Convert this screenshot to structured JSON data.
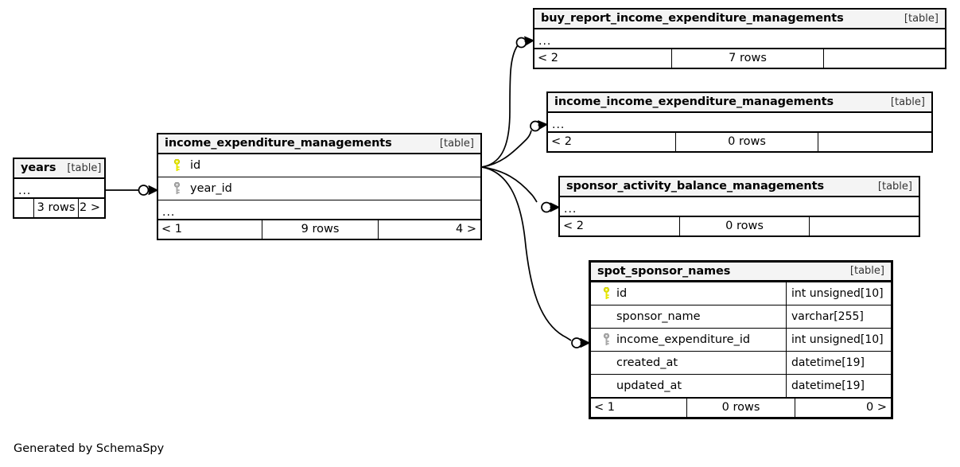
{
  "diagram": {
    "tool": "SchemaSpy",
    "credit": "Generated by SchemaSpy",
    "table_kind_label": "[table]",
    "ellipsis": "...",
    "colors": {
      "background": "#ffffff",
      "header_fill": "#f4f4f4",
      "border": "#000000",
      "primary_key_icon": "#e8e800",
      "foreign_key_icon": "#a0a0a0",
      "edge": "#000000"
    }
  },
  "tables": [
    {
      "id": "years",
      "name": "years",
      "kind": "[table]",
      "ellipsis": "...",
      "columns": [],
      "footer": {
        "left": "",
        "middle": "3 rows",
        "right": "2 >"
      }
    },
    {
      "id": "income_expenditure_managements",
      "name": "income_expenditure_managements",
      "kind": "[table]",
      "ellipsis": "...",
      "columns": [
        {
          "name": "id",
          "key": "primary",
          "type": ""
        },
        {
          "name": "year_id",
          "key": "foreign",
          "type": ""
        }
      ],
      "footer": {
        "left": "< 1",
        "middle": "9 rows",
        "right": "4 >"
      }
    },
    {
      "id": "buy_report_income_expenditure_managements",
      "name": "buy_report_income_expenditure_managements",
      "kind": "[table]",
      "ellipsis": "...",
      "columns": [],
      "footer": {
        "left": "< 2",
        "middle": "7 rows",
        "right": ""
      }
    },
    {
      "id": "income_income_expenditure_managements",
      "name": "income_income_expenditure_managements",
      "kind": "[table]",
      "ellipsis": "...",
      "columns": [],
      "footer": {
        "left": "< 2",
        "middle": "0 rows",
        "right": ""
      }
    },
    {
      "id": "sponsor_activity_balance_managements",
      "name": "sponsor_activity_balance_managements",
      "kind": "[table]",
      "ellipsis": "...",
      "columns": [],
      "footer": {
        "left": "< 2",
        "middle": "0 rows",
        "right": ""
      }
    },
    {
      "id": "spot_sponsor_names",
      "name": "spot_sponsor_names",
      "kind": "[table]",
      "ellipsis": "",
      "columns": [
        {
          "name": "id",
          "key": "primary",
          "type": "int unsigned[10]"
        },
        {
          "name": "sponsor_name",
          "key": "none",
          "type": "varchar[255]"
        },
        {
          "name": "income_expenditure_id",
          "key": "foreign",
          "type": "int unsigned[10]"
        },
        {
          "name": "created_at",
          "key": "none",
          "type": "datetime[19]"
        },
        {
          "name": "updated_at",
          "key": "none",
          "type": "datetime[19]"
        }
      ],
      "footer": {
        "left": "< 1",
        "middle": "0 rows",
        "right": "0 >"
      }
    }
  ],
  "relationships": [
    {
      "id": "rel-years-to-iem",
      "from": "years",
      "to": "income_expenditure_managements"
    },
    {
      "id": "rel-iem-to-buy-report",
      "from": "income_expenditure_managements",
      "to": "buy_report_income_expenditure_managements"
    },
    {
      "id": "rel-iem-to-income-income",
      "from": "income_expenditure_managements",
      "to": "income_income_expenditure_managements"
    },
    {
      "id": "rel-iem-to-sponsor-act",
      "from": "income_expenditure_managements",
      "to": "sponsor_activity_balance_managements"
    },
    {
      "id": "rel-iem-to-spot-sponsor",
      "from": "income_expenditure_managements",
      "to": "spot_sponsor_names"
    }
  ]
}
